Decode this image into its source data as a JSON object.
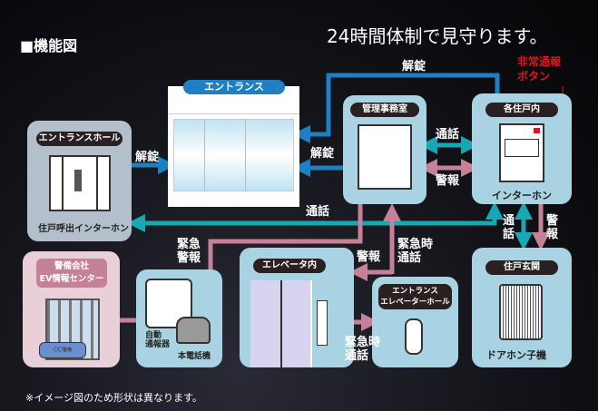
{
  "title": "■機能図",
  "headline": "24時間体制で見守ります。",
  "footnote": "※イメージ図のため形状は異なります。",
  "entrance": {
    "label": "エントランス"
  },
  "entrance_hall": {
    "label": "エントランスホール",
    "device": "住戸呼出インターホン"
  },
  "management": {
    "label": "管理事務室"
  },
  "unit": {
    "label": "各住戸内",
    "device": "インターホン"
  },
  "emergency_button": "非常通報\nボタン",
  "emergency_button_lines": [
    "非常通報",
    "ボタン"
  ],
  "security": {
    "lines": [
      "警備会社",
      "EV情報センター"
    ],
    "car": "〇〇警備"
  },
  "notifier": {
    "device1": [
      "自動",
      "通報器"
    ],
    "device2": "本電話機"
  },
  "elevator": {
    "label": "エレベータ内"
  },
  "elevator_hall": {
    "lines": [
      "エントランス",
      "エレベーターホール"
    ]
  },
  "door": {
    "label": "住戸玄関",
    "device": "ドアホン子機"
  },
  "arrows": {
    "unlock_top": "解錠",
    "unlock_mgmt": "解錠",
    "unlock_hall": "解錠",
    "talk_hall": "通話",
    "talk_mgmt_unit": "通話",
    "alarm_mgmt_unit": "警報",
    "talk_unit_door": [
      "通",
      "話"
    ],
    "alarm_unit_door": [
      "警",
      "報"
    ],
    "emergency_alarm": [
      "緊急",
      "警報"
    ],
    "alarm_ev": "警報",
    "ev_talk": [
      "緊急時",
      "通話"
    ],
    "ev_hall_talk": [
      "緊急時",
      "通話"
    ]
  },
  "colors": {
    "unlock": "#1e7fc4",
    "talk": "#17a8b4",
    "alarm": "#c58198",
    "box": "#a9d3e2",
    "red": "#e0141e"
  }
}
